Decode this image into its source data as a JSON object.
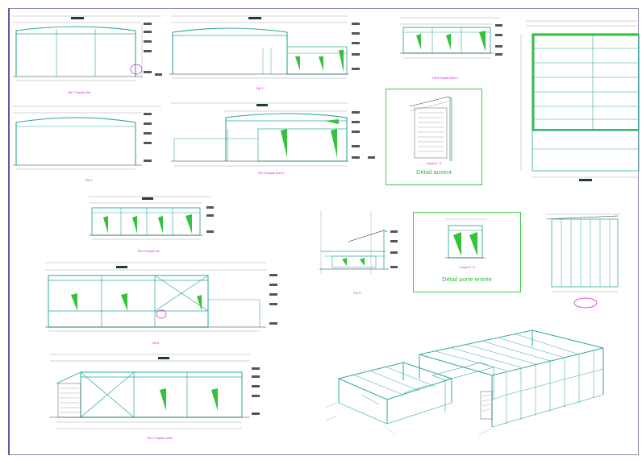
{
  "labels": {
    "elevation_1": "File 1 Façade Sud",
    "elevation_2": "File 2",
    "elevation_3": "File 3",
    "elevation_4": "File 4 Façade Nord 1",
    "elevation_5": "File 5 Façade Nord 1",
    "elevation_6": "File A Façade est",
    "elevation_7": "File B",
    "elevation_8": "File C Façade ouest",
    "section_1": "File D",
    "section_2": "Coupe A - A",
    "section_3": "Coupe B - B"
  },
  "details": {
    "auvent_title": "Détail auvent",
    "porte_title": "Détail porte entrée"
  },
  "colors": {
    "structure": "#2ea79c",
    "cladding": "#35c23d",
    "annotation": "#d01ad0",
    "frame": "#5a5aa0"
  }
}
